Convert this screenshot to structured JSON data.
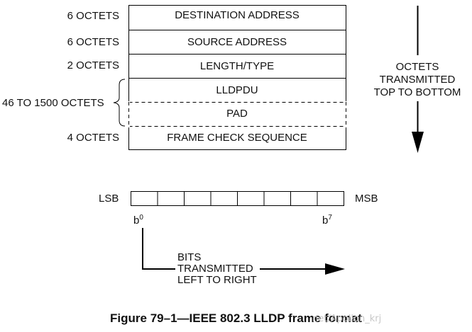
{
  "frame": {
    "fields": [
      {
        "size": "6 OCTETS",
        "label": "DESTINATION ADDRESS"
      },
      {
        "size": "6 OCTETS",
        "label": "SOURCE ADDRESS"
      },
      {
        "size": "2 OCTETS",
        "label": "LENGTH/TYPE"
      },
      {
        "size": "",
        "label": "LLDPDU"
      },
      {
        "size": "",
        "label": "PAD"
      },
      {
        "size": "4 OCTETS",
        "label": "FRAME CHECK SEQUENCE"
      }
    ],
    "group_size": "46 TO 1500 OCTETS"
  },
  "octets_note": [
    "OCTETS",
    "TRANSMITTED",
    "TOP TO BOTTOM"
  ],
  "bits": {
    "lsb": "LSB",
    "msb": "MSB",
    "first_bit": "b",
    "first_bit_index": "0",
    "last_bit": "b",
    "last_bit_index": "7",
    "note": [
      "BITS",
      "TRANSMITTED",
      "LEFT TO RIGHT"
    ]
  },
  "caption": "Figure 79–1—IEEE 802.3 LLDP frame format",
  "watermark": "net/Apollon_krj"
}
